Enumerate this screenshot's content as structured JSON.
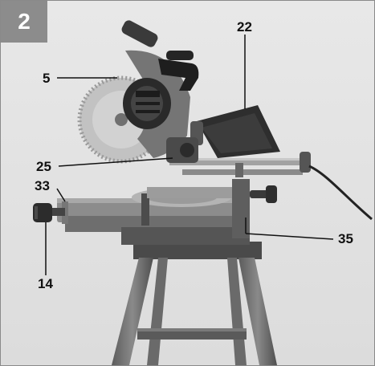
{
  "figure": {
    "number": "2",
    "callouts": [
      {
        "id": "c22",
        "label": "22"
      },
      {
        "id": "c5",
        "label": "5"
      },
      {
        "id": "c25",
        "label": "25"
      },
      {
        "id": "c33",
        "label": "33"
      },
      {
        "id": "c35",
        "label": "35"
      },
      {
        "id": "c14",
        "label": "14"
      }
    ]
  }
}
